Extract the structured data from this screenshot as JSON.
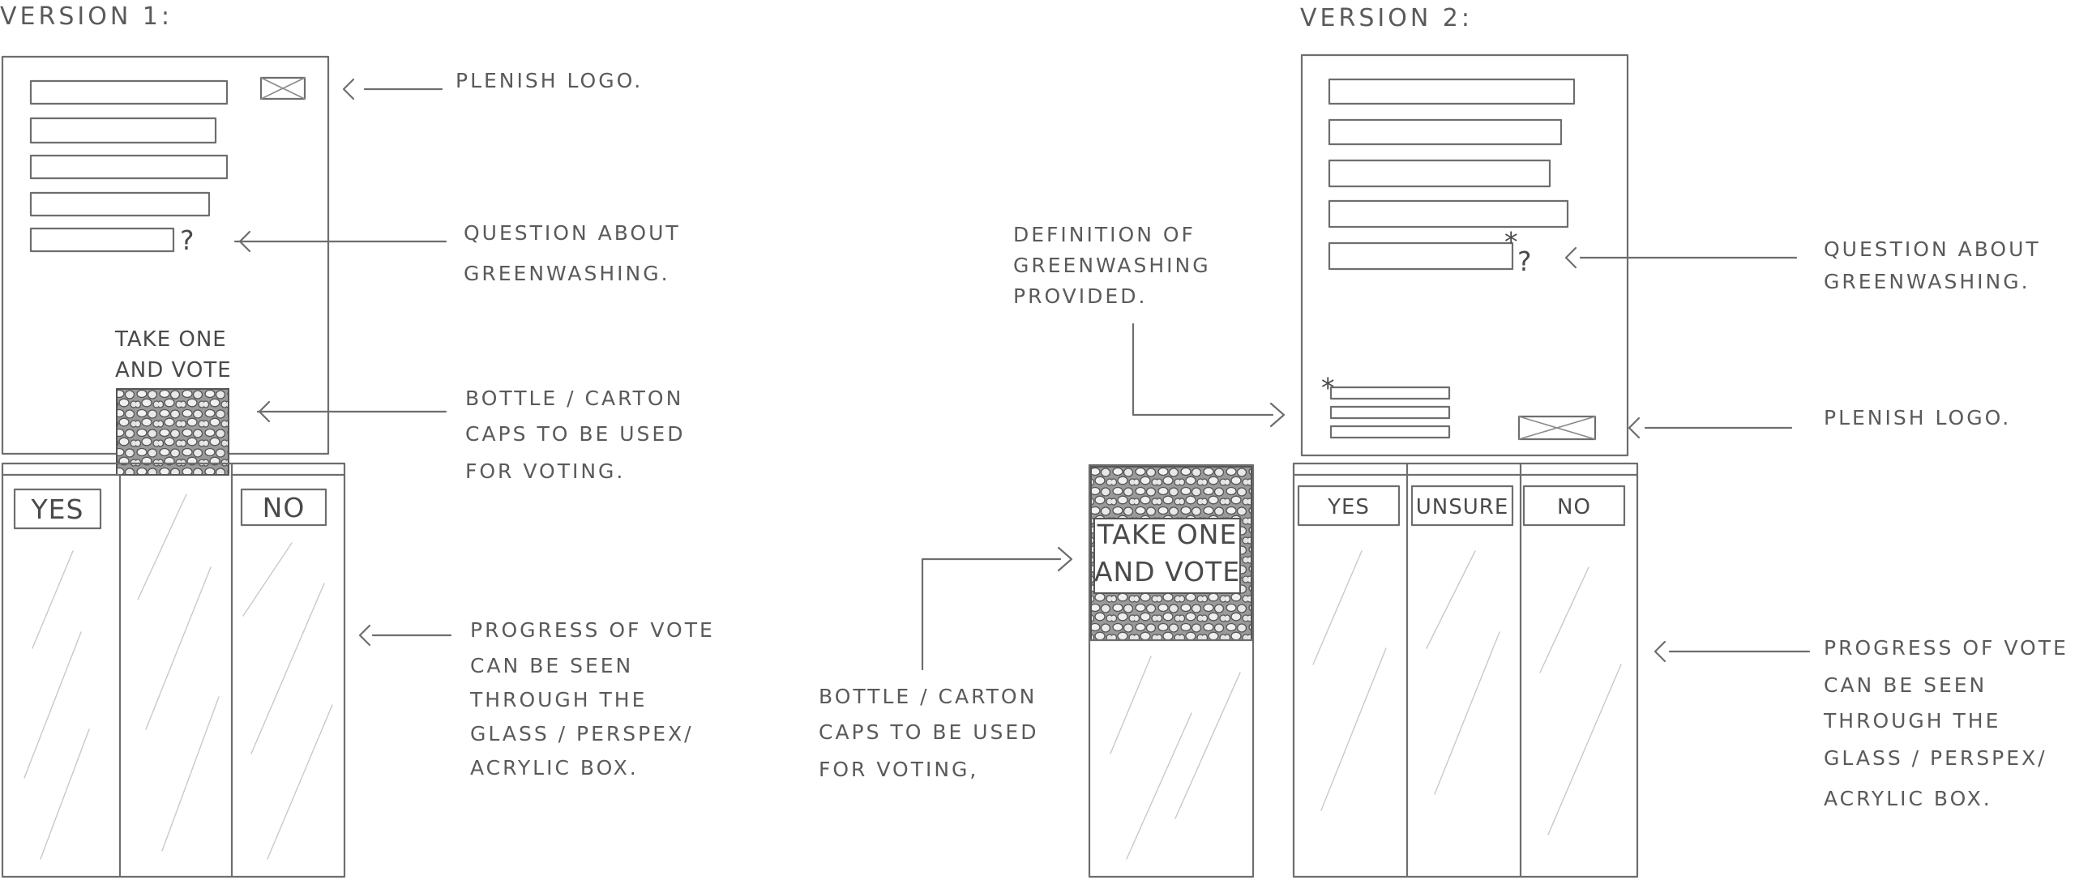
{
  "headings": {
    "version1": "VERSION 1:",
    "version2": "VERSION 2:"
  },
  "version1": {
    "take_one": [
      "TAKE ONE",
      "AND VOTE"
    ],
    "buttons": {
      "yes": "YES",
      "no": "NO"
    },
    "annotations": {
      "logo": "PLENISH LOGO.",
      "question": [
        "QUESTION ABOUT",
        "GREENWASHING."
      ],
      "caps": [
        "BOTTLE / CARTON",
        "CAPS TO BE USED",
        "FOR VOTING."
      ],
      "progress": [
        "PROGRESS OF VOTE",
        "CAN BE SEEN",
        "THROUGH THE",
        "GLASS / PERSPEX/",
        "ACRYLIC BOX."
      ]
    }
  },
  "version2": {
    "take_one": [
      "TAKE ONE",
      "AND VOTE"
    ],
    "buttons": {
      "yes": "YES",
      "unsure": "UNSURE",
      "no": "NO"
    },
    "annotations": {
      "definition": [
        "DEFINITION OF",
        "GREENWASHING",
        "PROVIDED."
      ],
      "question": [
        "QUESTION ABOUT",
        "GREENWASHING."
      ],
      "logo": "PLENISH LOGO.",
      "caps": [
        "BOTTLE / CARTON",
        "CAPS TO BE USED",
        "FOR VOTING,"
      ],
      "progress": [
        "PROGRESS OF VOTE",
        "CAN BE SEEN",
        "THROUGH THE",
        "GLASS / PERSPEX/",
        "ACRYLIC BOX."
      ]
    }
  },
  "marks": {
    "question_mark": "?",
    "asterisk": "*"
  }
}
